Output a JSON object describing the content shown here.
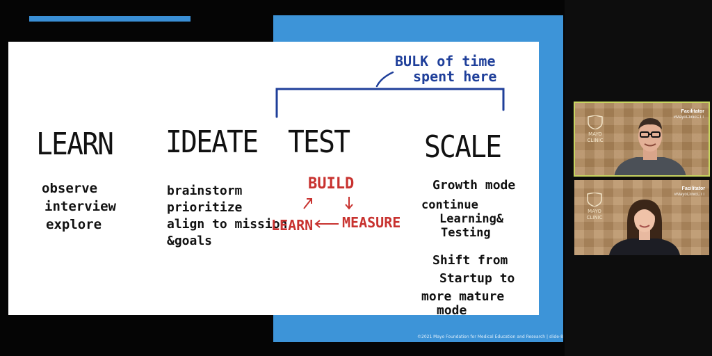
{
  "slide": {
    "bracket_note": [
      "BULK of time",
      "spent here"
    ],
    "columns": [
      {
        "title": "LEARN",
        "items": [
          "observe",
          "interview",
          "explore"
        ]
      },
      {
        "title": "IDEATE",
        "items": [
          "brainstorm",
          "prioritize",
          "align to mission",
          "&goals"
        ]
      },
      {
        "title": "TEST",
        "cycle": {
          "build": "BUILD",
          "measure": "MEASURE",
          "learn": "LEARN"
        }
      },
      {
        "title": "SCALE",
        "items": [
          "Growth mode",
          "continue",
          "Learning&",
          "Testing",
          "Shift from",
          "Startup to",
          "more mature",
          "mode"
        ]
      }
    ],
    "footer": "©2021 Mayo Foundation for Medical Education and Research  |  slide-8"
  },
  "participants": [
    {
      "role": "Facilitator",
      "hashtag": "#MayoClinicCTT",
      "crest": "MAYO CLINIC"
    },
    {
      "role": "Facilitator",
      "hashtag": "#MayoClinicCTT",
      "crest": "MAYO CLINIC"
    }
  ],
  "colors": {
    "accent_blue": "#3d94d8",
    "hand_red": "#c8322f",
    "hand_navy": "#1f3f9a",
    "active_speaker": "#c8d560"
  }
}
